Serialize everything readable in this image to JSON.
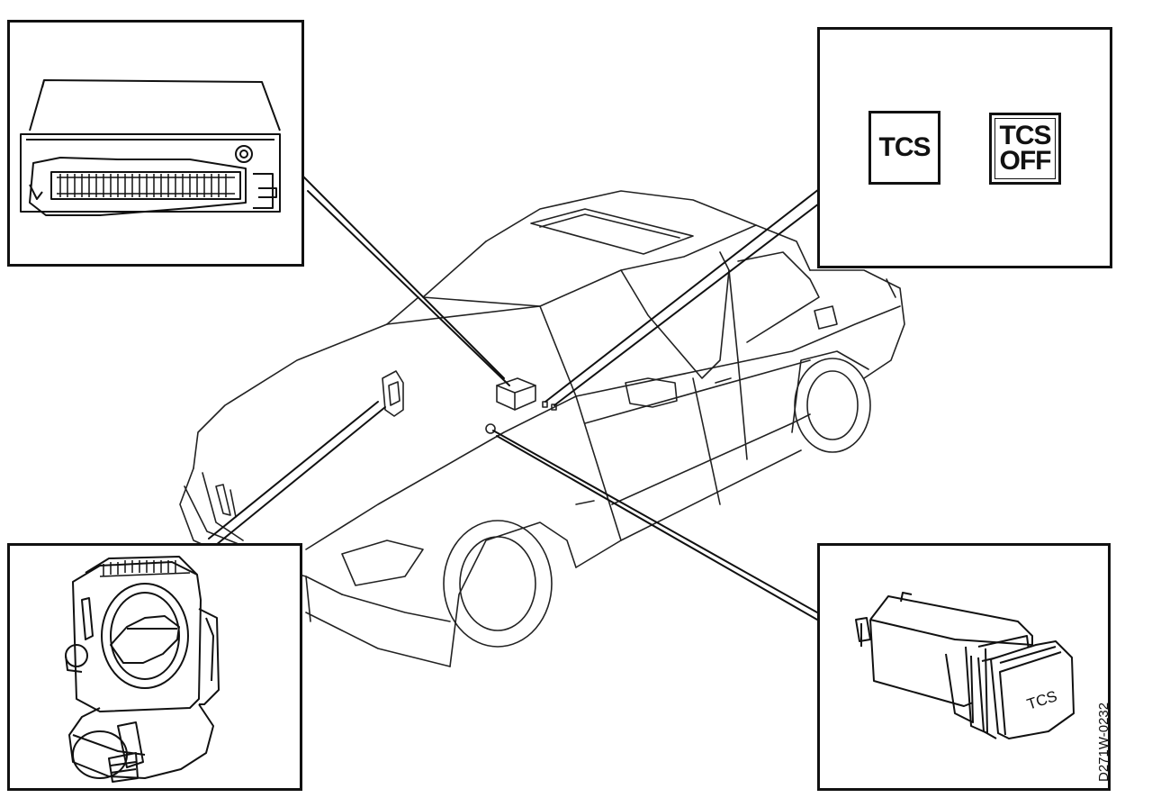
{
  "diagram": {
    "components": {
      "tcs_indicator_lamp": {
        "label": "TCS"
      },
      "tcs_off_indicator_lamp": {
        "line1": "TCS",
        "line2": "OFF"
      },
      "tcs_switch": {
        "label": "TCS"
      }
    },
    "figure_code": "D271W-0232"
  }
}
